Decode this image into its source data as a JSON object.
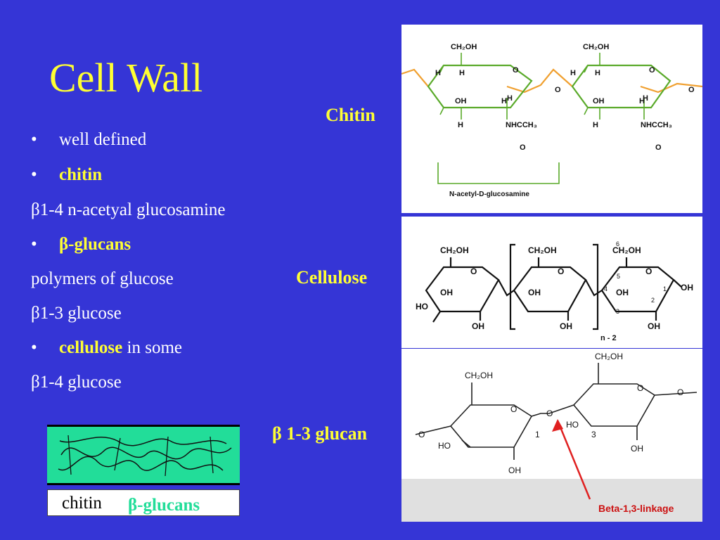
{
  "title": "Cell Wall",
  "bullets": [
    {
      "type": "bullet",
      "marker": "•",
      "text": "well defined"
    },
    {
      "type": "bullet",
      "marker": "•",
      "highlight": "chitin"
    },
    {
      "type": "plain",
      "text": "β1-4 n-acetyal glucosamine"
    },
    {
      "type": "bullet",
      "marker": "•",
      "highlight": "β-glucans"
    },
    {
      "type": "plain",
      "text": "polymers of glucose"
    },
    {
      "type": "plain",
      "text": "β1-3 glucose"
    },
    {
      "type": "bullet",
      "marker": "•",
      "highlight": "cellulose",
      "text": " in some"
    },
    {
      "type": "plain",
      "text": "β1-4 glucose"
    }
  ],
  "labels": {
    "chitin": "Chitin",
    "cellulose": "Cellulose",
    "glucan": "β 1-3 glucan"
  },
  "legend": {
    "chitin": "chitin",
    "glucans": "β-glucans"
  },
  "chitin_diagram": {
    "ch2oh": "CH₂OH",
    "h": "H",
    "o": "O",
    "oh": "OH",
    "nhcch3": "NHCCH₃",
    "caption": "N-acetyl-D-glucosamine"
  },
  "cellulose_diagram": {
    "ch2oh": "CH₂OH",
    "oh": "OH",
    "ho": "HO",
    "o": "O",
    "n_minus_2": "n - 2",
    "carbons": [
      "1",
      "2",
      "3",
      "4",
      "5",
      "6"
    ]
  },
  "glucan_diagram": {
    "ch2oh": "CH₂OH",
    "o": "O",
    "oh": "OH",
    "ho": "HO",
    "c1": "1",
    "c3": "3",
    "linkage": "Beta-1,3-linkage"
  },
  "colors": {
    "background": "#3535d6",
    "yellow": "#ffff33",
    "green_ring": "#5aaa2a",
    "orange_link": "#f0a030",
    "legend_green": "#22dd99",
    "arrow_red": "#e02020"
  }
}
